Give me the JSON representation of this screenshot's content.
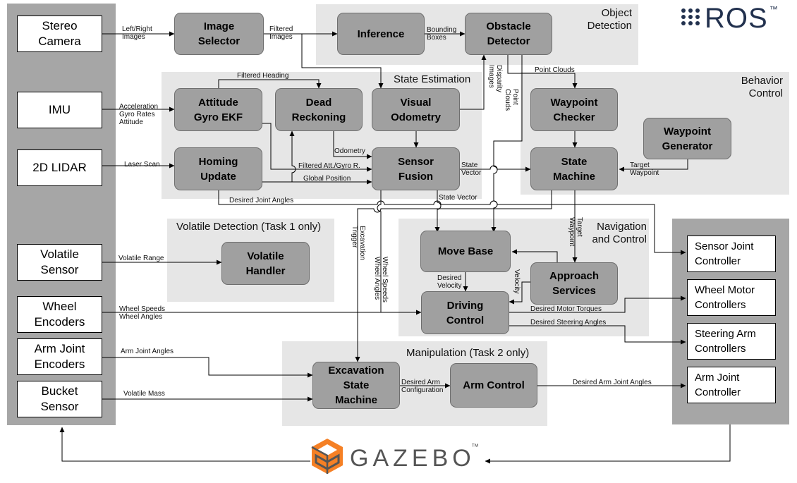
{
  "groups": {
    "object_detection": "Object\nDetection",
    "state_estimation": "State Estimation",
    "behavior_control": "Behavior\nControl",
    "volatile_detection": "Volatile Detection (Task 1 only)",
    "navigation": "Navigation\nand Control",
    "manipulation": "Manipulation (Task 2 only)"
  },
  "sensors": {
    "stereo_camera": "Stereo\nCamera",
    "imu": "IMU",
    "lidar": "2D LIDAR",
    "volatile_sensor": "Volatile\nSensor",
    "wheel_encoders": "Wheel\nEncoders",
    "arm_joint_encoders": "Arm Joint\nEncoders",
    "bucket_sensor": "Bucket\nSensor"
  },
  "controllers": {
    "sensor_joint": "Sensor Joint\nController",
    "wheel_motor": "Wheel Motor\nControllers",
    "steering_arm": "Steering Arm\nControllers",
    "arm_joint": "Arm Joint\nController"
  },
  "nodes": {
    "image_selector": "Image\nSelector",
    "inference": "Inference",
    "obstacle_detector": "Obstacle\nDetector",
    "attitude_ekf": "Attitude\nGyro EKF",
    "dead_reckoning": "Dead\nReckoning",
    "visual_odometry": "Visual\nOdometry",
    "homing_update": "Homing\nUpdate",
    "sensor_fusion": "Sensor\nFusion",
    "waypoint_checker": "Waypoint\nChecker",
    "waypoint_generator": "Waypoint\nGenerator",
    "state_machine": "State\nMachine",
    "volatile_handler": "Volatile\nHandler",
    "move_base": "Move Base",
    "approach_services": "Approach\nServices",
    "driving_control": "Driving\nControl",
    "excavation_sm": "Excavation\nState\nMachine",
    "arm_control": "Arm Control"
  },
  "edge_labels": {
    "left_right_images": "Left/Right\nImages",
    "filtered_images": "Filtered\nImages",
    "bounding_boxes": "Bounding\nBoxes",
    "point_clouds_top": "Point Clouds",
    "filtered_heading": "Filtered Heading",
    "imu_signals": "Acceleration\nGyro Rates\nAttitude",
    "laser_scan": "Laser Scan",
    "odometry": "Odometry",
    "filtered_att": "Filtered Att./Gyro R.",
    "global_position": "Global Position",
    "state_vector_right": "State\nVector",
    "state_vector_bottom": "State Vector",
    "desired_joint_angles": "Desired Joint Angles",
    "target_waypoint": "Target\nWaypoint",
    "disparity_images": "Disparity\nImages",
    "point_clouds_vert": "Point\nClouds",
    "excavation_trigger": "Excavation\nTrigger",
    "wheel_speeds_angles_vert": "Wheel Speeds\nWheel Angles",
    "target_waypoint_vert": "Target\nWaypoint",
    "volatile_range": "Volatile Range",
    "wheel_speeds_angles": "Wheel Speeds\nWheel Angles",
    "desired_velocity": "Desired\nVelocity",
    "velocity": "Velocity",
    "desired_motor_torques": "Desired Motor Torques",
    "desired_steering_angles": "Desired Steering Angles",
    "arm_joint_angles": "Arm Joint Angles",
    "volatile_mass": "Volatile Mass",
    "desired_arm_config": "Desired Arm\nConfiguration",
    "desired_arm_joint_angles": "Desired Arm Joint Angles"
  },
  "logos": {
    "ros": "ROS",
    "ros_tm": "™",
    "gazebo": "GAZEBO",
    "gazebo_tm": "™"
  },
  "colors": {
    "node_fill": "#a0a0a0",
    "group_fill": "#e6e6e6",
    "column_fill": "#a6a6a6",
    "ros_blue": "#22314e",
    "gazebo_orange": "#f58025"
  }
}
